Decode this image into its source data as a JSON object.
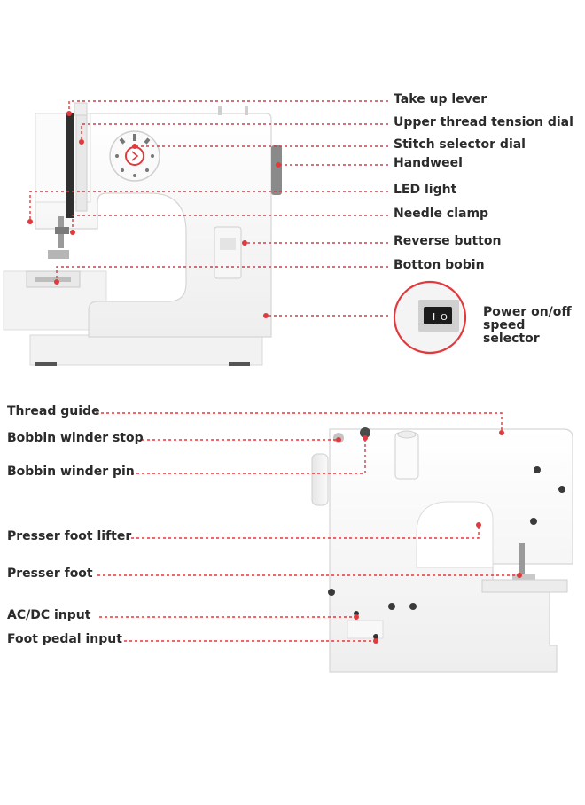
{
  "accent_color": "#e0393e",
  "top_labels": [
    {
      "id": "take-up-lever",
      "text": "Take up lever"
    },
    {
      "id": "upper-thread-tension-dial",
      "text": "Upper thread tension dial"
    },
    {
      "id": "stitch-selector-dial",
      "text": "Stitch selector dial"
    },
    {
      "id": "handweel",
      "text": "Handweel"
    },
    {
      "id": "led-light",
      "text": "LED light"
    },
    {
      "id": "needle-clamp",
      "text": "Needle clamp"
    },
    {
      "id": "reverse-button",
      "text": "Reverse button"
    },
    {
      "id": "botton-bobin",
      "text": "Botton bobin"
    }
  ],
  "power_label": {
    "line1": "Power on/off",
    "line2": "speed selector"
  },
  "switch_symbols": {
    "on": "I",
    "off": "O"
  },
  "bottom_labels": [
    {
      "id": "thread-guide",
      "text": "Thread guide"
    },
    {
      "id": "bobbin-winder-stop",
      "text": "Bobbin winder stop"
    },
    {
      "id": "bobbin-winder-pin",
      "text": "Bobbin winder pin"
    },
    {
      "id": "presser-foot-lifter",
      "text": "Presser foot lifter"
    },
    {
      "id": "presser-foot",
      "text": "Presser foot"
    },
    {
      "id": "ac-dc-input",
      "text": "AC/DC input"
    },
    {
      "id": "foot-pedal-input",
      "text": "Foot pedal input"
    }
  ]
}
